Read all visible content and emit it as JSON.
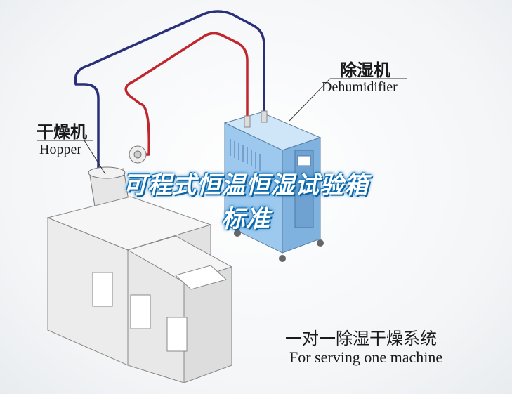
{
  "dehumidifier": {
    "zh": "除湿机",
    "en": "Dehumidifier"
  },
  "hopper": {
    "zh": "干燥机",
    "en": "Hopper"
  },
  "caption": {
    "zh": "一对一除湿干燥系统",
    "en": "For serving one machine"
  },
  "overlay_title": {
    "line1": "可程式恒温恒湿试验箱",
    "line2": "标准"
  },
  "colors": {
    "return_pipe": "#2a2f7a",
    "supply_pipe": "#c0262d",
    "dehumidifier_body": "#9ec9ee",
    "machine_body": "#f1f1f1",
    "overlay_glow": "#0d6fb5"
  }
}
